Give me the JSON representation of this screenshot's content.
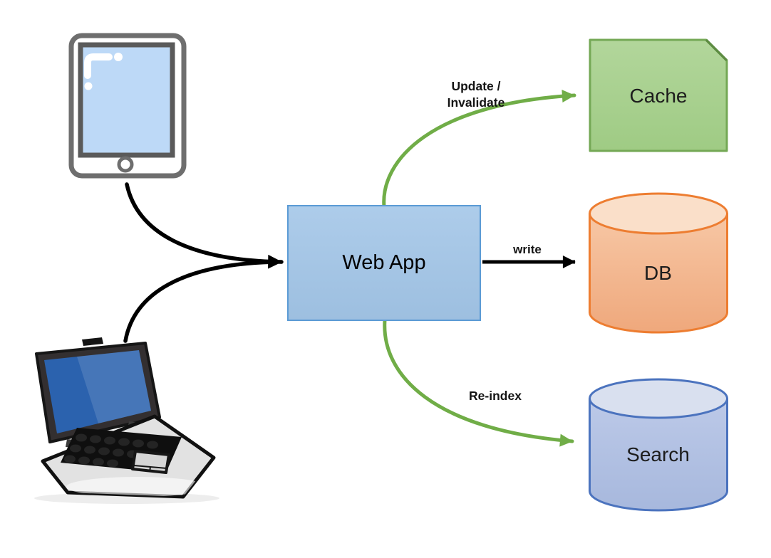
{
  "diagram": {
    "title": "web app architecture diagram",
    "nodes": {
      "web_app": {
        "label": "Web App",
        "shape": "rectangle",
        "fill": "#a5c5e6",
        "border": "#5b9bd5"
      },
      "cache": {
        "label": "Cache",
        "shape": "snipped-corner-rectangle",
        "fill": "#a9d18e",
        "border": "#70ad47"
      },
      "db": {
        "label": "DB",
        "shape": "cylinder",
        "fill": "#f4b183",
        "border": "#ed7d31"
      },
      "search": {
        "label": "Search",
        "shape": "cylinder",
        "fill": "#b4c7e7",
        "border": "#4472c4"
      }
    },
    "devices": {
      "tablet": {
        "icon": "tablet-icon",
        "screen_color": "#bdd9f7"
      },
      "laptop": {
        "icon": "laptop-icon",
        "screen_color": "#2b62ae"
      }
    },
    "edges": {
      "tablet_to_webapp": {
        "from": "tablet",
        "to": "web_app",
        "color": "#000000"
      },
      "laptop_to_webapp": {
        "from": "laptop",
        "to": "web_app",
        "color": "#000000"
      },
      "update": {
        "from": "web_app",
        "to": "cache",
        "label_line1": "Update /",
        "label_line2": "Invalidate",
        "color": "#70ad47"
      },
      "write": {
        "from": "web_app",
        "to": "db",
        "label": "write",
        "color": "#000000"
      },
      "reindex": {
        "from": "web_app",
        "to": "search",
        "label": "Re-index",
        "color": "#70ad47"
      }
    }
  }
}
